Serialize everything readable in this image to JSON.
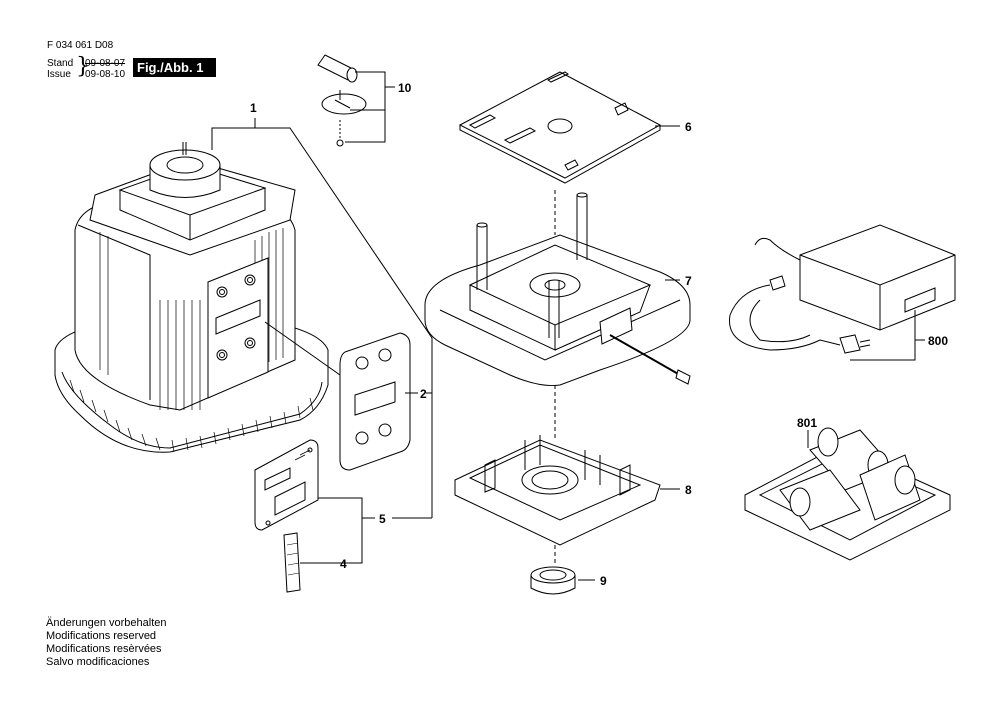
{
  "header": {
    "doc_number": "F 034 061 D08",
    "stand_label": "Stand",
    "stand_date": "09-08-07",
    "issue_label": "Issue",
    "issue_date": "09-08-10",
    "fig_label": "Fig./Abb. 1"
  },
  "callouts": [
    "1",
    "2",
    "4",
    "5",
    "6",
    "7",
    "8",
    "9",
    "10",
    "800",
    "801"
  ],
  "notes": [
    "Änderungen vorbehalten",
    "Modifications reserved",
    "Modifications resèrvées",
    "Salvo modificaciones"
  ]
}
